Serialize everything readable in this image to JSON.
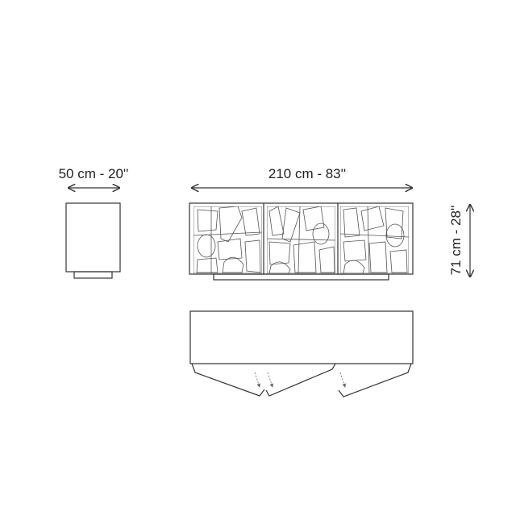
{
  "dimensions": {
    "depth": "50 cm - 20''",
    "width": "210 cm - 83''",
    "height": "71 cm - 28''"
  },
  "colors": {
    "line": "#333333",
    "background": "#ffffff"
  }
}
